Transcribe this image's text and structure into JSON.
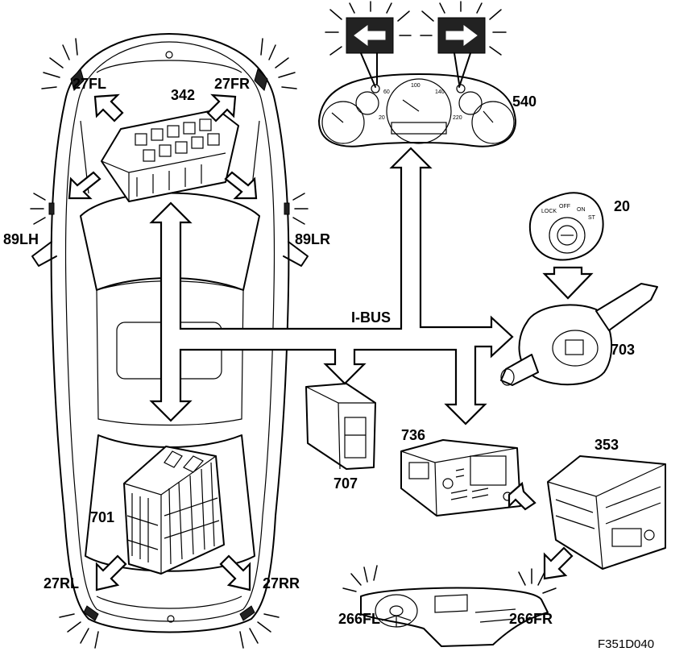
{
  "diagram": {
    "figure_code": "F351D040",
    "bus_label": "I-BUS",
    "components": {
      "lamp_front_left": "27FL",
      "lamp_front_right": "27FR",
      "lamp_rear_left": "27RL",
      "lamp_rear_right": "27RR",
      "side_repeater_left": "89LH",
      "side_repeater_right": "89LR",
      "front_fuse_box": "342",
      "instrument_cluster": "540",
      "ignition_switch": "20",
      "steering_column_module": "703",
      "rear_electronics_module": "701",
      "control_module_707": "707",
      "audio_control_panel": "736",
      "audio_unit": "353",
      "dash_indicator_left": "266FL",
      "dash_indicator_right": "266FR"
    },
    "ignition_positions": [
      "LOCK",
      "OFF",
      "ON",
      "ST"
    ],
    "icons": [
      "left-turn-signal-icon",
      "right-turn-signal-icon"
    ]
  }
}
